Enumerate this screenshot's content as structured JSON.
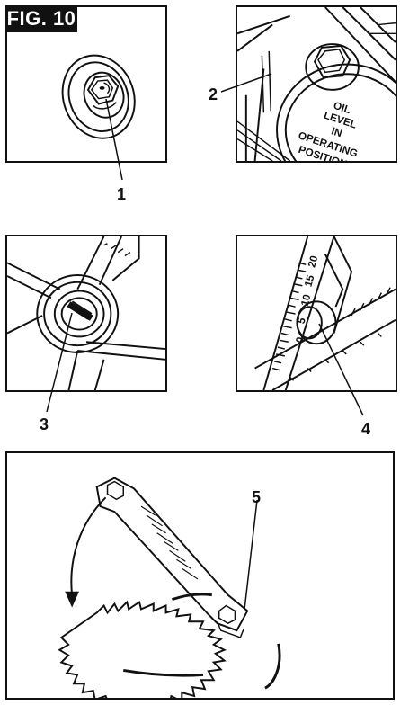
{
  "figure": {
    "label": "FIG. 10"
  },
  "callouts": [
    "1",
    "2",
    "3",
    "4",
    "5"
  ],
  "oil_cap_text": [
    "OIL",
    "LEVEL",
    "IN",
    "OPERATING",
    "POSITION"
  ],
  "scale_numbers": [
    "0",
    "5",
    "10",
    "15",
    "20"
  ],
  "colors": {
    "ink": "#111111",
    "paper": "#ffffff"
  }
}
